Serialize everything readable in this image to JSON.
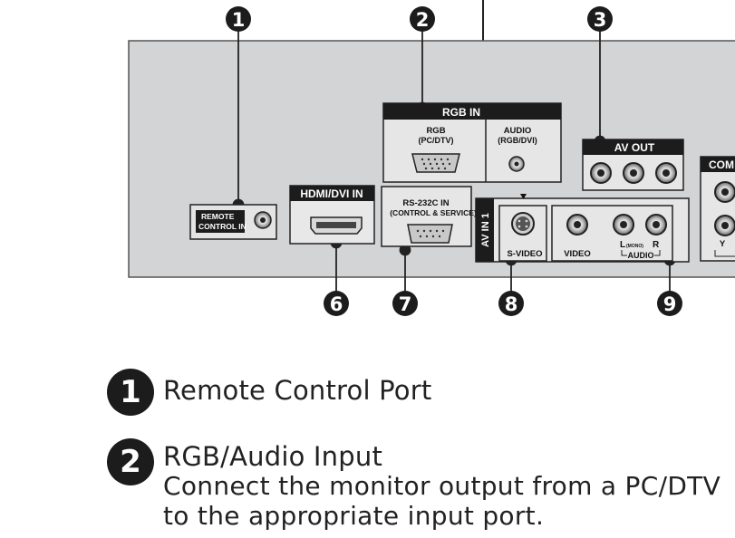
{
  "callouts": [
    "1",
    "2",
    "3",
    "6",
    "7",
    "8",
    "9"
  ],
  "panel": {
    "remote_control_in": [
      "REMOTE",
      "CONTROL IN"
    ],
    "hdmi_dvi_in": "HDMI/DVI IN",
    "rgb_in": "RGB IN",
    "rgb_sub": [
      "RGB",
      "(PC/DTV)"
    ],
    "audio_sub": [
      "AUDIO",
      "(RGB/DVI)"
    ],
    "rs232c": [
      "RS-232C IN",
      "(CONTROL & SERVICE)"
    ],
    "av_out": "AV OUT",
    "component_partial": "COM",
    "av_in_1": "AV IN 1",
    "s_video": "S-VIDEO",
    "video": "VIDEO",
    "audio_l": "L",
    "audio_mono": "(MONO)",
    "audio_r": "R",
    "audio_bracket": "AUDIO",
    "component_y": "Y"
  },
  "legend": [
    {
      "number": "1",
      "title": "Remote Control Port",
      "description": ""
    },
    {
      "number": "2",
      "title": "RGB/Audio Input",
      "description": "Connect the monitor output from a PC/DTV to the appropriate input port."
    }
  ]
}
